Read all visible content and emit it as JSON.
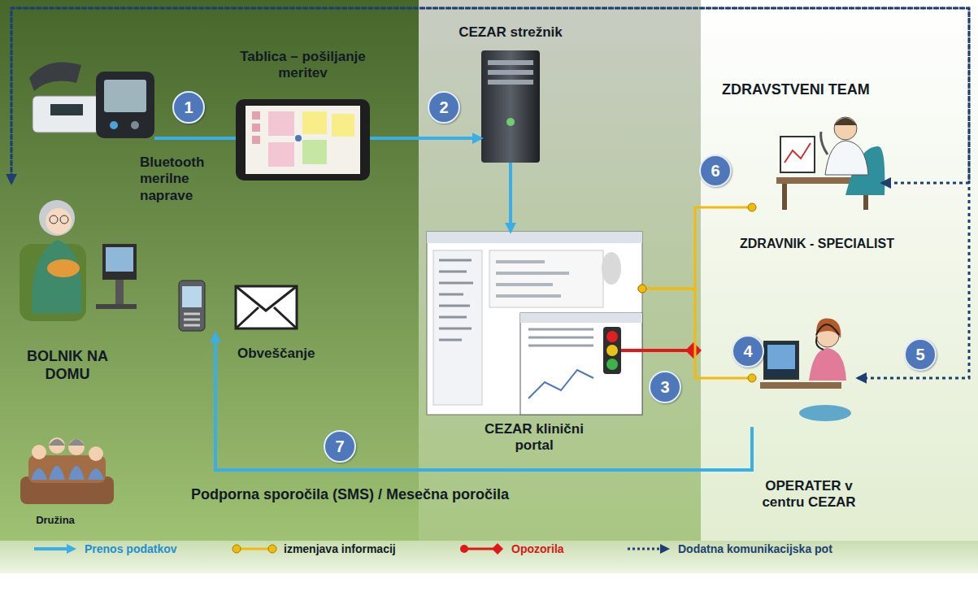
{
  "diagram": {
    "nodes": [
      {
        "text": [
          "ZDRAVSTVENI TEAM"
        ]
      },
      {
        "text": [
          "Bluetooth merilne naprave"
        ]
      },
      {
        "text": [
          "Tablica – pošiljanje meritev"
        ]
      },
      {
        "text": [
          "CEZAR strežnik"
        ]
      },
      {
        "text": [
          "CEZAR klinični portal"
        ]
      },
      {
        "text": [
          "ZDRAVNIK - SPECIALIST"
        ],
        "in": 0
      },
      {
        "text": [
          "OPERATER v centru CEZAR"
        ],
        "in": 0
      },
      {
        "text": [
          "BOLNIK NA DOMU"
        ]
      },
      {
        "text": [
          "Obveščanje"
        ]
      },
      {
        "text": [
          "Družina"
        ]
      }
    ],
    "edges": [
      {
        "from": 1,
        "to": 2,
        "arrow": "none"
      },
      {
        "from": 2,
        "to": 3,
        "arrow": "to"
      },
      {
        "from": 3,
        "to": 4,
        "arrow": "to"
      },
      {
        "from": 4,
        "to": 5,
        "arrow": "none"
      },
      {
        "from": 4,
        "to": 6,
        "arrow": "none"
      },
      {
        "from": 6,
        "to": 8,
        "label": "Podporna sporočila (SMS) / Mesečna poročila",
        "arrow": "to"
      },
      {
        "from": 6,
        "to": 7,
        "arrow": "both"
      },
      {
        "from": 7,
        "to": 5,
        "arrow": "to"
      }
    ],
    "labels": [
      "1",
      "2",
      "3",
      "4",
      "5",
      "6",
      "7"
    ],
    "legend": [
      {
        "text": "Prenos podatkov"
      },
      {
        "text": "izmenjava informacij"
      },
      {
        "text": "Opozorila"
      },
      {
        "text": "Dodatna komunikacijska pot"
      }
    ]
  }
}
